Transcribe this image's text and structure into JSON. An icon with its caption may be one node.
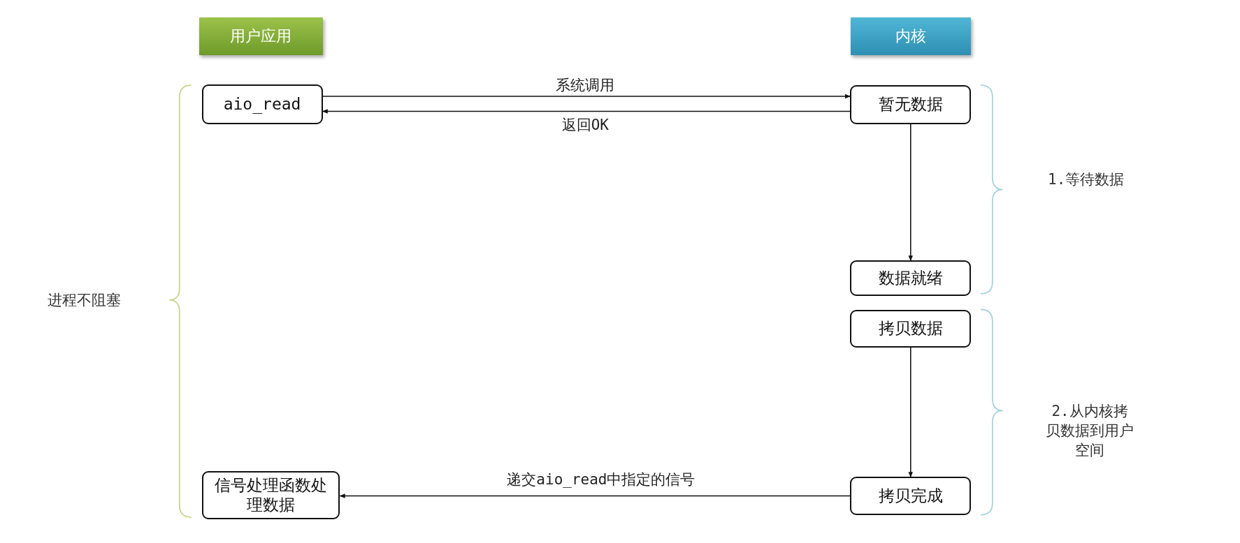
{
  "diagram": {
    "nodes": [
      {
        "text": [
          "用户应用"
        ]
      },
      {
        "text": [
          "内核"
        ]
      },
      {
        "text": [
          "aio_read"
        ]
      },
      {
        "text": [
          "暂无数据"
        ]
      },
      {
        "text": [
          "数据就绪"
        ]
      },
      {
        "text": [
          "拷贝数据"
        ]
      },
      {
        "text": [
          "拷贝完成"
        ]
      },
      {
        "text": [
          "信号处理函数处理数据"
        ]
      }
    ],
    "edges": [
      {
        "from": 2,
        "to": 3,
        "arrow": "to",
        "label": "系统调用"
      },
      {
        "from": 3,
        "to": 2,
        "arrow": "to",
        "label": "返回OK"
      },
      {
        "from": 3,
        "to": 4,
        "arrow": "to"
      },
      {
        "from": 5,
        "to": 6,
        "arrow": "to"
      },
      {
        "from": 6,
        "to": 7,
        "arrow": "to",
        "label": "递交aio_read中指定的信号"
      }
    ],
    "labels": [
      "进程不阻塞",
      "1.等待数据",
      "2.从内核拷贝数据到用户空间"
    ]
  }
}
